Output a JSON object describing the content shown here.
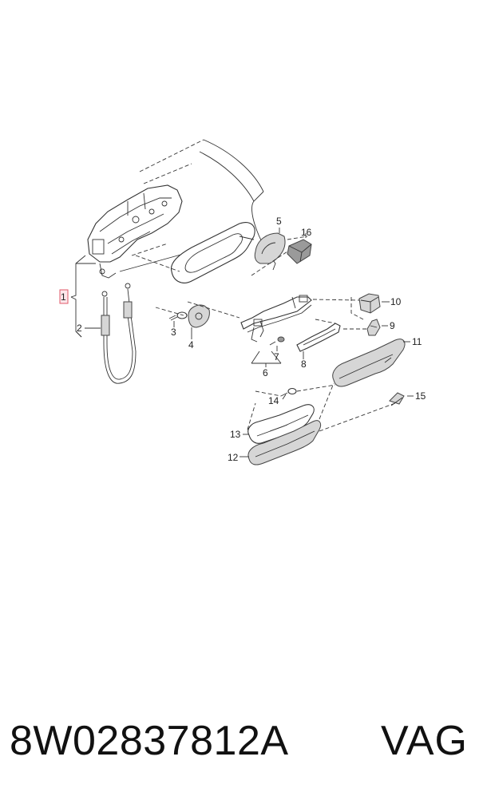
{
  "diagram": {
    "callouts": [
      {
        "id": "1",
        "label": "1",
        "highlighted": true
      },
      {
        "id": "2",
        "label": "2"
      },
      {
        "id": "3",
        "label": "3"
      },
      {
        "id": "4",
        "label": "4"
      },
      {
        "id": "5",
        "label": "5"
      },
      {
        "id": "6",
        "label": "6"
      },
      {
        "id": "7",
        "label": "7"
      },
      {
        "id": "8",
        "label": "8"
      },
      {
        "id": "9",
        "label": "9"
      },
      {
        "id": "10",
        "label": "10"
      },
      {
        "id": "11",
        "label": "11"
      },
      {
        "id": "12",
        "label": "12"
      },
      {
        "id": "13",
        "label": "13"
      },
      {
        "id": "14",
        "label": "14"
      },
      {
        "id": "15",
        "label": "15"
      },
      {
        "id": "16",
        "label": "16"
      }
    ],
    "colors": {
      "highlight_box": "#e05a6a",
      "line": "#333333"
    }
  },
  "footer": {
    "part_number": "8W02837812A",
    "brand": "VAG"
  }
}
